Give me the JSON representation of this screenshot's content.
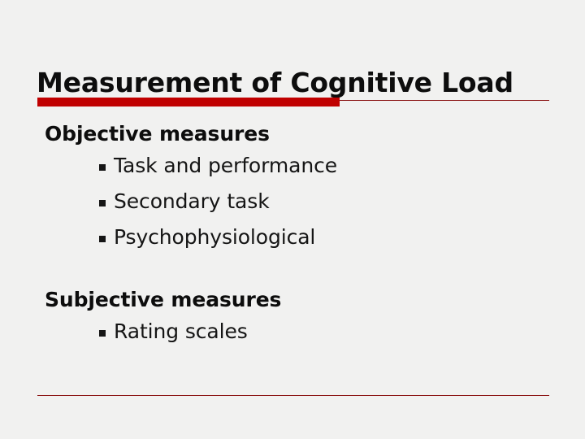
{
  "slide": {
    "title": "Measurement of Cognitive Load",
    "background_color": "#f1f1f0",
    "accent_color": "#c00000",
    "rule_color": "#8c1515",
    "text_color": "#0d0d0d",
    "bullet_glyph": "▪",
    "sections": [
      {
        "heading": "Objective measures",
        "bullets": [
          "Task and performance",
          "Secondary task",
          "Psychophysiological"
        ]
      },
      {
        "heading": "Subjective measures",
        "bullets": [
          "Rating scales"
        ]
      }
    ]
  }
}
